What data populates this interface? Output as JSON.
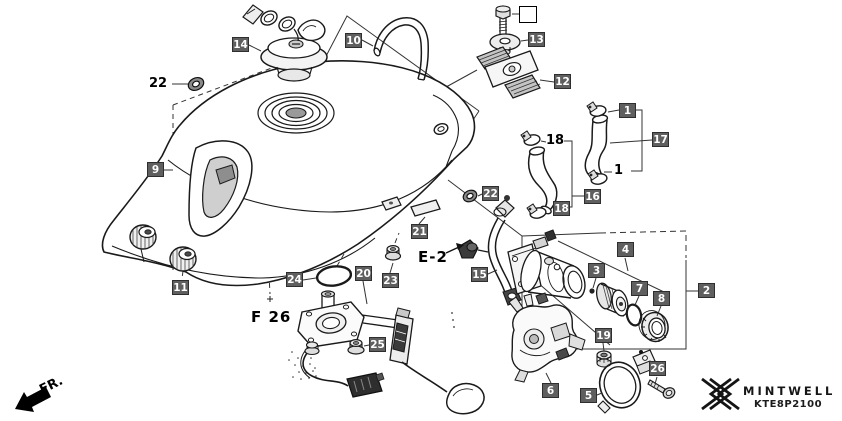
{
  "callouts": {
    "c1": "1",
    "c2": "2",
    "c3": "3",
    "c4": "4",
    "c5": "5",
    "c6": "6",
    "c7": "7",
    "c8": "8",
    "c9": "9",
    "c10": "10",
    "c11": "11",
    "c12": "12",
    "c13": "13",
    "c14": "14",
    "c15": "15",
    "c16": "16",
    "c17": "17",
    "c18": "18",
    "c19": "19",
    "c20": "20",
    "c21": "21",
    "c22": "22",
    "c23": "23",
    "c24": "24",
    "c25": "25",
    "c26": "26"
  },
  "inline_labels": {
    "grommet_ref": "22",
    "clamp_ref": "18",
    "clamp_ref2": "1"
  },
  "cross_refs": {
    "e2": "E-2",
    "f26": "F 26"
  },
  "direction": {
    "fr": "FR."
  },
  "footer": {
    "brand": "MINTWELL",
    "code": "KTE8P2100"
  }
}
